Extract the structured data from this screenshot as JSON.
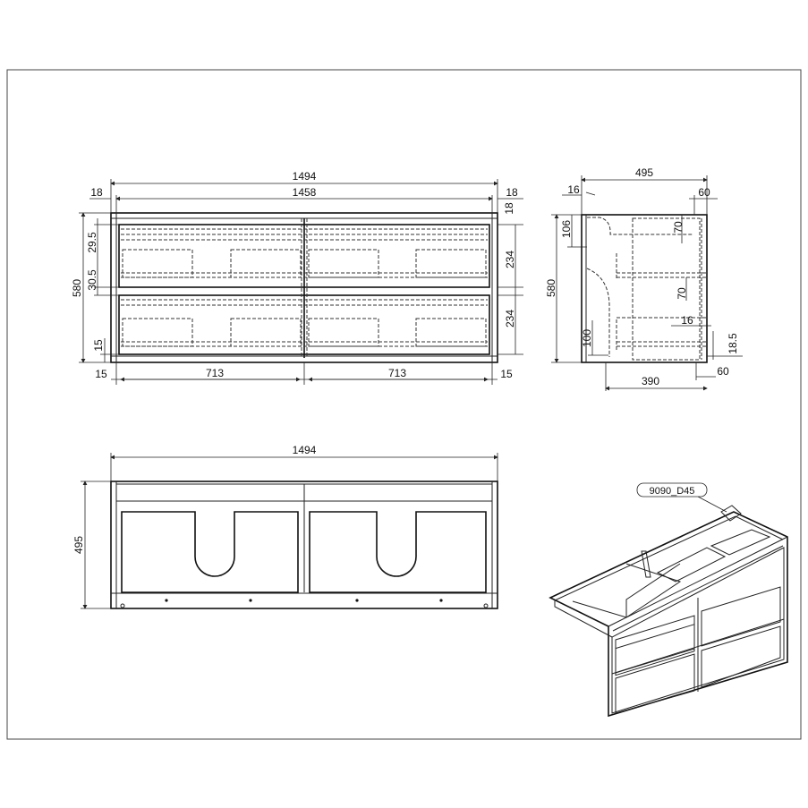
{
  "front_view": {
    "dims": {
      "overall_width": "1494",
      "inner_width": "1458",
      "side_left": "18",
      "side_right": "18",
      "top_right": "18",
      "height": "580",
      "top_gap": "29.5",
      "mid_gap": "30.5",
      "bottom_gap": "15",
      "drawer_upper": "234",
      "drawer_lower": "234",
      "bottom_left": "15",
      "drawer_width_left": "713",
      "drawer_width_right": "713",
      "bottom_right": "15"
    }
  },
  "side_view": {
    "dims": {
      "depth": "495",
      "back_panel": "16",
      "front_offset": "60",
      "top_cut": "106",
      "height": "580",
      "bottom_cut": "100",
      "upper_70": "70",
      "lower_70": "70",
      "runner_16": "16",
      "base_18_5": "18.5",
      "bottom_60": "60",
      "runner_length": "390"
    }
  },
  "top_view": {
    "dims": {
      "width": "1494",
      "depth": "495"
    }
  },
  "iso_view": {
    "label": "9090_D45"
  }
}
